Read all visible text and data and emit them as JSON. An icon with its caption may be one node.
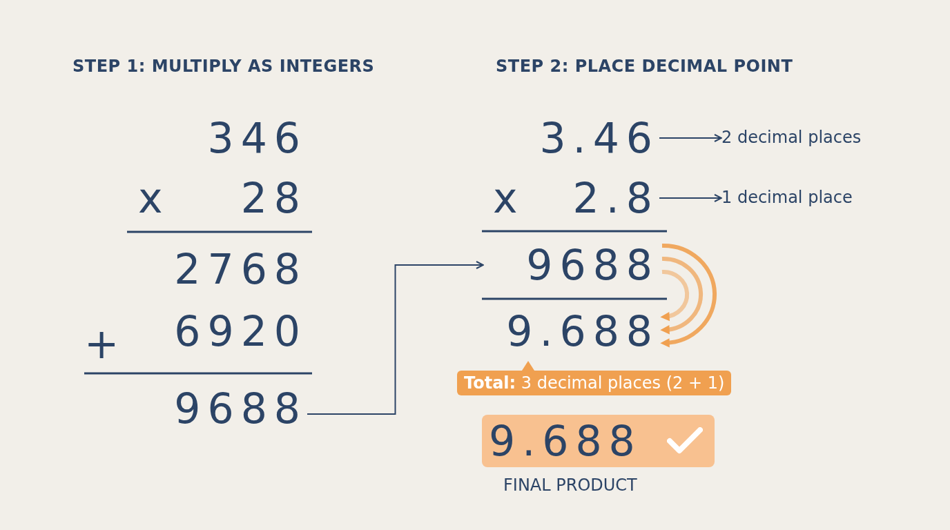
{
  "diagram": {
    "nodes": [
      {
        "text": [
          "9688"
        ]
      },
      {
        "text": [
          "9688"
        ]
      },
      {
        "text": [
          "3.46"
        ]
      },
      {
        "text": [
          "2 decimal places"
        ]
      },
      {
        "text": [
          "2.8"
        ]
      },
      {
        "text": [
          "1 decimal place"
        ]
      },
      {
        "text": [
          "9.688"
        ]
      },
      {
        "text": [
          "**Total:** 3 decimal places (2 + 1)"
        ]
      },
      {
        "text": [
          "9.688"
        ],
        "beside": [
          "FINAL PRODUCT"
        ]
      }
    ],
    "edges": [
      {
        "from": 0,
        "to": 1,
        "arrow": "to"
      },
      {
        "from": 2,
        "to": 3,
        "arrow": "to"
      },
      {
        "from": 4,
        "to": 5,
        "arrow": "to"
      },
      {
        "from": 1,
        "to": 6,
        "arrow": "to",
        "style": "thick",
        "color": "#f0a050"
      },
      {
        "from": 1,
        "to": 6,
        "arrow": "to",
        "style": "thick",
        "color": "#f0a050"
      },
      {
        "from": 1,
        "to": 6,
        "arrow": "to",
        "style": "thick",
        "color": "#f0a050"
      }
    ],
    "labels": [
      "STEP 1: MULTIPLY AS INTEGERS",
      "STEP 2: PLACE DECIMAL POINT",
      "346",
      "x",
      "28",
      "x",
      "2768",
      "+",
      "6920"
    ]
  }
}
